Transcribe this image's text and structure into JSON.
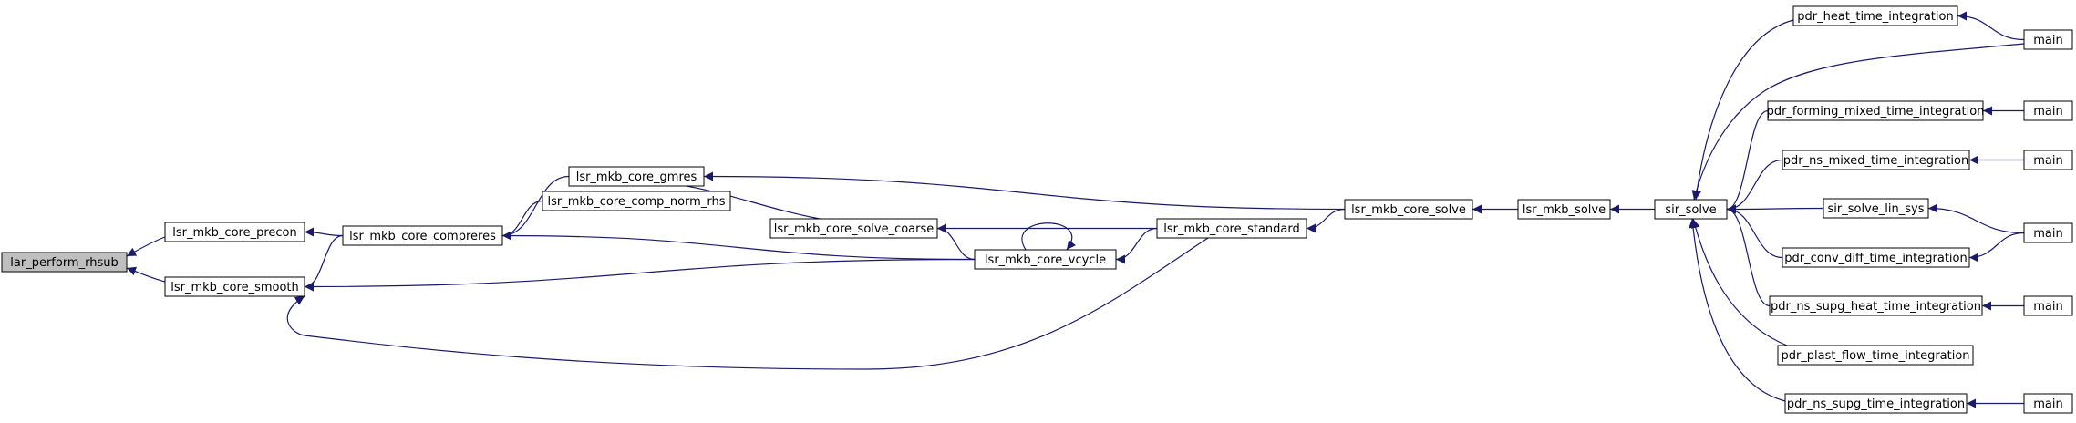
{
  "colors": {
    "edge": "#191970",
    "border": "#000000",
    "fill": "#ffffff",
    "highlight_fill": "#bfbfbf"
  },
  "nodes": [
    {
      "id": "lar_perform_rhsub",
      "label": "lar_perform_rhsub",
      "highlighted": true
    },
    {
      "id": "lsr_mkb_core_precon",
      "label": "lsr_mkb_core_precon"
    },
    {
      "id": "lsr_mkb_core_smooth",
      "label": "lsr_mkb_core_smooth"
    },
    {
      "id": "lsr_mkb_core_compreres",
      "label": "lsr_mkb_core_compreres"
    },
    {
      "id": "lsr_mkb_core_gmres",
      "label": "lsr_mkb_core_gmres"
    },
    {
      "id": "lsr_mkb_core_comp_norm_rhs",
      "label": "lsr_mkb_core_comp_norm_rhs"
    },
    {
      "id": "lsr_mkb_core_solve_coarse",
      "label": "lsr_mkb_core_solve_coarse"
    },
    {
      "id": "lsr_mkb_core_vcycle",
      "label": "lsr_mkb_core_vcycle"
    },
    {
      "id": "lsr_mkb_core_standard",
      "label": "lsr_mkb_core_standard"
    },
    {
      "id": "lsr_mkb_core_solve",
      "label": "lsr_mkb_core_solve"
    },
    {
      "id": "lsr_mkb_solve",
      "label": "lsr_mkb_solve"
    },
    {
      "id": "sir_solve",
      "label": "sir_solve"
    },
    {
      "id": "pdr_heat_time_integration",
      "label": "pdr_heat_time_integration"
    },
    {
      "id": "pdr_forming_mixed_time_integration",
      "label": "pdr_forming_mixed_time_integration"
    },
    {
      "id": "pdr_ns_mixed_time_integration",
      "label": "pdr_ns_mixed_time_integration"
    },
    {
      "id": "sir_solve_lin_sys",
      "label": "sir_solve_lin_sys"
    },
    {
      "id": "pdr_conv_diff_time_integration",
      "label": "pdr_conv_diff_time_integration"
    },
    {
      "id": "pdr_ns_supg_heat_time_integration",
      "label": "pdr_ns_supg_heat_time_integration"
    },
    {
      "id": "pdr_plast_flow_time_integration",
      "label": "pdr_plast_flow_time_integration"
    },
    {
      "id": "pdr_ns_supg_time_integration",
      "label": "pdr_ns_supg_time_integration"
    },
    {
      "id": "main_1",
      "label": "main"
    },
    {
      "id": "main_2",
      "label": "main"
    },
    {
      "id": "main_3",
      "label": "main"
    },
    {
      "id": "main_4",
      "label": "main"
    },
    {
      "id": "main_5",
      "label": "main"
    },
    {
      "id": "main_6",
      "label": "main"
    }
  ],
  "edges": [
    {
      "from": "lsr_mkb_core_precon",
      "to": "lar_perform_rhsub"
    },
    {
      "from": "lsr_mkb_core_smooth",
      "to": "lar_perform_rhsub"
    },
    {
      "from": "lsr_mkb_core_compreres",
      "to": "lsr_mkb_core_precon"
    },
    {
      "from": "lsr_mkb_core_compreres",
      "to": "lsr_mkb_core_smooth"
    },
    {
      "from": "lsr_mkb_core_vcycle",
      "to": "lsr_mkb_core_smooth"
    },
    {
      "from": "lsr_mkb_core_standard",
      "to": "lsr_mkb_core_smooth"
    },
    {
      "from": "lsr_mkb_core_gmres",
      "to": "lsr_mkb_core_compreres"
    },
    {
      "from": "lsr_mkb_core_comp_norm_rhs",
      "to": "lsr_mkb_core_compreres"
    },
    {
      "from": "lsr_mkb_core_vcycle",
      "to": "lsr_mkb_core_compreres"
    },
    {
      "from": "lsr_mkb_core_solve",
      "to": "lsr_mkb_core_gmres"
    },
    {
      "from": "lsr_mkb_core_gmres",
      "to": "lsr_mkb_core_solve_coarse"
    },
    {
      "from": "lsr_mkb_core_standard",
      "to": "lsr_mkb_core_solve_coarse"
    },
    {
      "from": "lsr_mkb_core_vcycle",
      "to": "lsr_mkb_core_solve_coarse"
    },
    {
      "from": "lsr_mkb_core_vcycle",
      "to": "lsr_mkb_core_vcycle"
    },
    {
      "from": "lsr_mkb_core_standard",
      "to": "lsr_mkb_core_vcycle"
    },
    {
      "from": "lsr_mkb_core_solve",
      "to": "lsr_mkb_core_standard"
    },
    {
      "from": "lsr_mkb_solve",
      "to": "lsr_mkb_core_solve"
    },
    {
      "from": "sir_solve",
      "to": "lsr_mkb_solve"
    },
    {
      "from": "pdr_heat_time_integration",
      "to": "sir_solve"
    },
    {
      "from": "main_1",
      "to": "sir_solve"
    },
    {
      "from": "pdr_forming_mixed_time_integration",
      "to": "sir_solve"
    },
    {
      "from": "pdr_ns_mixed_time_integration",
      "to": "sir_solve"
    },
    {
      "from": "sir_solve_lin_sys",
      "to": "sir_solve"
    },
    {
      "from": "pdr_conv_diff_time_integration",
      "to": "sir_solve"
    },
    {
      "from": "pdr_ns_supg_heat_time_integration",
      "to": "sir_solve"
    },
    {
      "from": "pdr_plast_flow_time_integration",
      "to": "sir_solve"
    },
    {
      "from": "pdr_ns_supg_time_integration",
      "to": "sir_solve"
    },
    {
      "from": "main_1",
      "to": "pdr_heat_time_integration"
    },
    {
      "from": "main_2",
      "to": "pdr_forming_mixed_time_integration"
    },
    {
      "from": "main_3",
      "to": "pdr_ns_mixed_time_integration"
    },
    {
      "from": "main_4",
      "to": "sir_solve_lin_sys"
    },
    {
      "from": "main_4",
      "to": "pdr_conv_diff_time_integration"
    },
    {
      "from": "main_5",
      "to": "pdr_ns_supg_heat_time_integration"
    },
    {
      "from": "main_6",
      "to": "pdr_ns_supg_time_integration"
    }
  ]
}
